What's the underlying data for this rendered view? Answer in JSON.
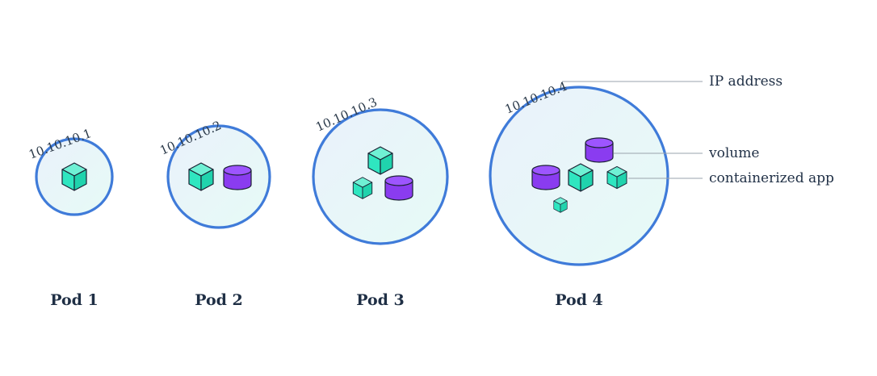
{
  "diagram": {
    "colors": {
      "circle_stroke": "#3f7bd9",
      "circle_fill_start": "#eaf1fb",
      "circle_fill_end": "#e6fbf6",
      "cube_fill": "#2fe6c0",
      "cube_fill_dark": "#1fc9a6",
      "volume_fill": "#8a3cf0",
      "outline": "#1a2233"
    },
    "pods": [
      {
        "label": "Pod 1",
        "ip": "10.10.10.1"
      },
      {
        "label": "Pod 2",
        "ip": "10.10.10.2"
      },
      {
        "label": "Pod 3",
        "ip": "10.10.10.3"
      },
      {
        "label": "Pod 4",
        "ip": "10.10.10.4"
      }
    ],
    "legend": {
      "ip_address": "IP address",
      "volume": "volume",
      "containerized_app": "containerized app"
    },
    "icons": [
      "cube-icon",
      "volume-icon"
    ]
  }
}
